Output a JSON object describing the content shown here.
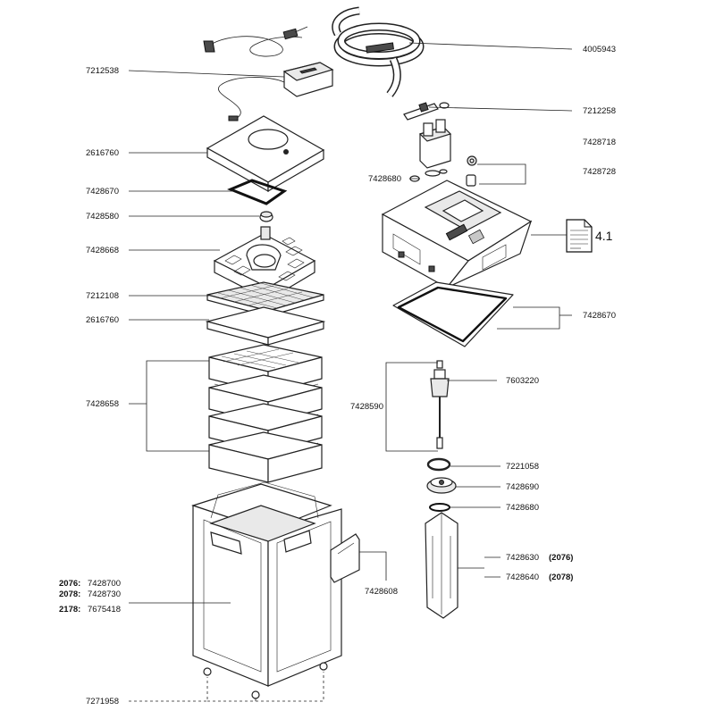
{
  "labels_left": [
    {
      "key": "power_supply",
      "number": "7212538"
    },
    {
      "key": "top_lid",
      "number": "2616760"
    },
    {
      "key": "lid_seal",
      "number": "7428670"
    },
    {
      "key": "small_cap",
      "number": "7428580"
    },
    {
      "key": "filter_top",
      "number": "7428668"
    },
    {
      "key": "grid_pad",
      "number": "7212108"
    },
    {
      "key": "fleece_pad",
      "number": "2616760"
    },
    {
      "key": "filter_baskets",
      "number": "7428658"
    },
    {
      "key": "feet",
      "number": "7271958"
    }
  ],
  "labels_right": [
    {
      "key": "hose",
      "number": "4005943"
    },
    {
      "key": "connector",
      "number": "7212258"
    },
    {
      "key": "adapter",
      "number": "7428718"
    },
    {
      "key": "valve",
      "number": "7428728"
    },
    {
      "key": "adapter_ring",
      "number": "7428680"
    },
    {
      "key": "head_seal",
      "number": "7428670"
    },
    {
      "key": "impeller",
      "number": "7603220"
    },
    {
      "key": "impeller_set",
      "number": "7428590"
    },
    {
      "key": "seal_ring",
      "number": "7221058"
    },
    {
      "key": "impeller_cover",
      "number": "7428690"
    },
    {
      "key": "o_ring",
      "number": "7428680"
    },
    {
      "key": "riser_2076",
      "number": "7428630",
      "suffix": "(2076)"
    },
    {
      "key": "riser_2078",
      "number": "7428640",
      "suffix": "(2078)"
    },
    {
      "key": "latch",
      "number": "7428608"
    }
  ],
  "canister": [
    {
      "model": "2076:",
      "number": "7428700"
    },
    {
      "model": "2078:",
      "number": "7428730"
    },
    {
      "model": "2178:",
      "number": "7675418"
    }
  ],
  "document": {
    "ref": "4.1"
  },
  "colors": {
    "line": "#222222",
    "paper": "#ffffff",
    "shade": "#e9e9e9"
  }
}
